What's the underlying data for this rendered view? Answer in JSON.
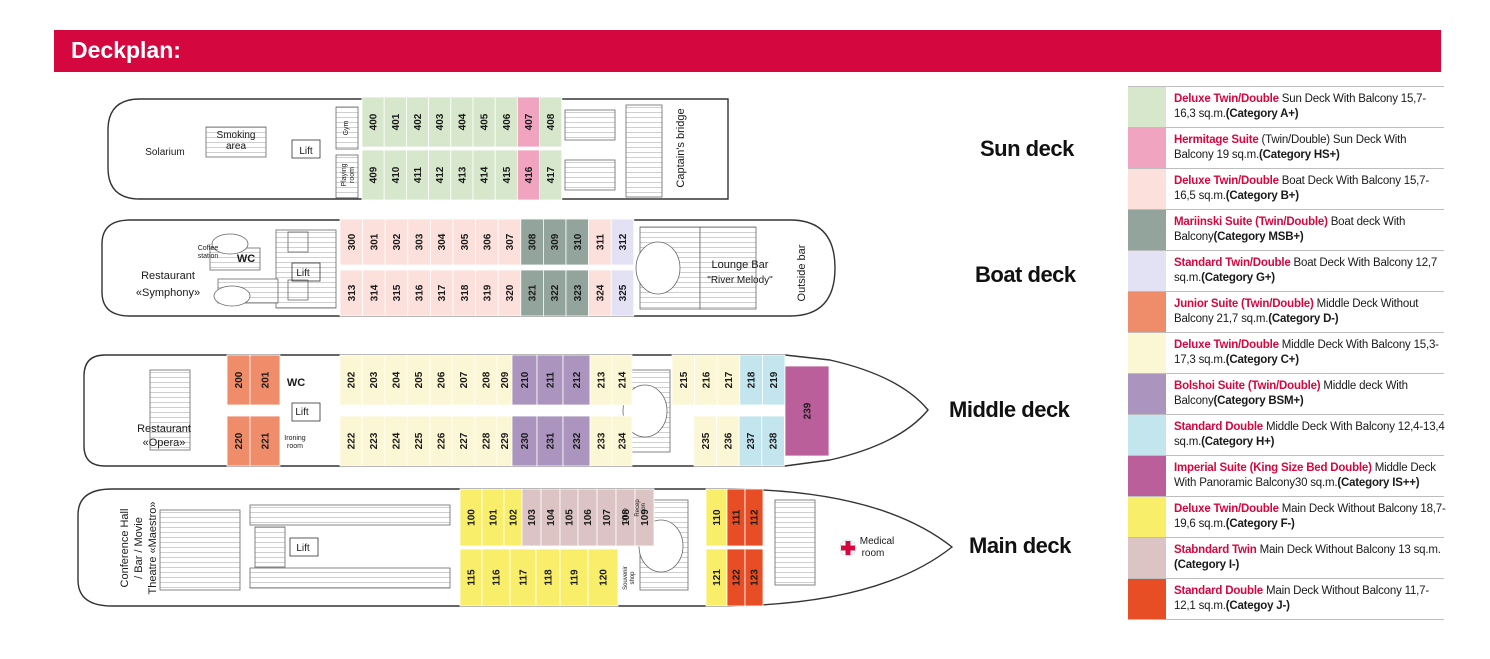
{
  "header": {
    "title": "Deckplan:"
  },
  "colors": {
    "header_bg": "#d5073f",
    "A_plus": "#d7e7cb",
    "HS_plus": "#f1a4c0",
    "B_plus": "#fbe0dc",
    "MSB_plus": "#93a49c",
    "G_plus": "#e3e2f4",
    "D_minus": "#ef8c6a",
    "C_plus": "#fbf6d3",
    "BSM_plus": "#ab94bd",
    "H_plus": "#c3e5ee",
    "IS_plus": "#bb5f9a",
    "F_minus": "#f8ee6a",
    "I_minus": "#dcc4c4",
    "J_minus": "#e74e25"
  },
  "decks": [
    {
      "id": "sun",
      "label": "Sun deck",
      "labels": [
        "Solarium",
        "Smoking",
        "area",
        "Lift",
        "Gym",
        "Playing",
        "room",
        "Captain's bridge"
      ],
      "rooms": [
        [
          "400",
          "A_plus"
        ],
        [
          "401",
          "A_plus"
        ],
        [
          "402",
          "A_plus"
        ],
        [
          "403",
          "A_plus"
        ],
        [
          "404",
          "A_plus"
        ],
        [
          "405",
          "A_plus"
        ],
        [
          "406",
          "A_plus"
        ],
        [
          "407",
          "HS_plus"
        ],
        [
          "408",
          "A_plus"
        ],
        [
          "409",
          "A_plus"
        ],
        [
          "410",
          "A_plus"
        ],
        [
          "411",
          "A_plus"
        ],
        [
          "412",
          "A_plus"
        ],
        [
          "413",
          "A_plus"
        ],
        [
          "414",
          "A_plus"
        ],
        [
          "415",
          "A_plus"
        ],
        [
          "416",
          "HS_plus"
        ],
        [
          "417",
          "A_plus"
        ]
      ]
    },
    {
      "id": "boat",
      "label": "Boat deck",
      "labels": [
        "Coffee",
        "station",
        "WC",
        "Restaurant",
        "«Symphony»",
        "Lift",
        "Lounge Bar",
        "\"River Melody\"",
        "Outside bar"
      ],
      "rooms": [
        [
          "300",
          "B_plus"
        ],
        [
          "301",
          "B_plus"
        ],
        [
          "302",
          "B_plus"
        ],
        [
          "303",
          "B_plus"
        ],
        [
          "304",
          "B_plus"
        ],
        [
          "305",
          "B_plus"
        ],
        [
          "306",
          "B_plus"
        ],
        [
          "307",
          "B_plus"
        ],
        [
          "308",
          "MSB_plus"
        ],
        [
          "309",
          "MSB_plus"
        ],
        [
          "310",
          "MSB_plus"
        ],
        [
          "311",
          "B_plus"
        ],
        [
          "312",
          "G_plus"
        ],
        [
          "313",
          "B_plus"
        ],
        [
          "314",
          "B_plus"
        ],
        [
          "315",
          "B_plus"
        ],
        [
          "316",
          "B_plus"
        ],
        [
          "317",
          "B_plus"
        ],
        [
          "318",
          "B_plus"
        ],
        [
          "319",
          "B_plus"
        ],
        [
          "320",
          "B_plus"
        ],
        [
          "321",
          "MSB_plus"
        ],
        [
          "322",
          "MSB_plus"
        ],
        [
          "323",
          "MSB_plus"
        ],
        [
          "324",
          "B_plus"
        ],
        [
          "325",
          "G_plus"
        ]
      ]
    },
    {
      "id": "middle",
      "label": "Middle deck",
      "labels": [
        "WC",
        "Lift",
        "Ironing",
        "room",
        "Restaurant",
        "«Opera»"
      ],
      "rooms": [
        [
          "200",
          "D_minus"
        ],
        [
          "201",
          "D_minus"
        ],
        [
          "202",
          "C_plus"
        ],
        [
          "203",
          "C_plus"
        ],
        [
          "204",
          "C_plus"
        ],
        [
          "205",
          "C_plus"
        ],
        [
          "206",
          "C_plus"
        ],
        [
          "207",
          "C_plus"
        ],
        [
          "208",
          "C_plus"
        ],
        [
          "209",
          "C_plus"
        ],
        [
          "210",
          "BSM_plus"
        ],
        [
          "211",
          "BSM_plus"
        ],
        [
          "212",
          "BSM_plus"
        ],
        [
          "213",
          "C_plus"
        ],
        [
          "214",
          "C_plus"
        ],
        [
          "215",
          "C_plus"
        ],
        [
          "216",
          "C_plus"
        ],
        [
          "217",
          "C_plus"
        ],
        [
          "218",
          "H_plus"
        ],
        [
          "219",
          "H_plus"
        ],
        [
          "239",
          "IS_plus"
        ],
        [
          "220",
          "D_minus"
        ],
        [
          "221",
          "D_minus"
        ],
        [
          "222",
          "C_plus"
        ],
        [
          "223",
          "C_plus"
        ],
        [
          "224",
          "C_plus"
        ],
        [
          "225",
          "C_plus"
        ],
        [
          "226",
          "C_plus"
        ],
        [
          "227",
          "C_plus"
        ],
        [
          "228",
          "C_plus"
        ],
        [
          "229",
          "C_plus"
        ],
        [
          "230",
          "BSM_plus"
        ],
        [
          "231",
          "BSM_plus"
        ],
        [
          "232",
          "BSM_plus"
        ],
        [
          "233",
          "C_plus"
        ],
        [
          "234",
          "C_plus"
        ],
        [
          "235",
          "C_plus"
        ],
        [
          "236",
          "C_plus"
        ],
        [
          "237",
          "H_plus"
        ],
        [
          "238",
          "H_plus"
        ]
      ]
    },
    {
      "id": "main",
      "label": "Main deck",
      "labels": [
        "Conference Hall",
        "/ Bar / Movie",
        "Theatre «Maestro»",
        "Lift",
        "Office",
        "Recep",
        "tion",
        "Souvenir",
        "shop",
        "Medical",
        "room"
      ],
      "rooms": [
        [
          "100",
          "F_minus"
        ],
        [
          "101",
          "F_minus"
        ],
        [
          "102",
          "F_minus"
        ],
        [
          "103",
          "I_minus"
        ],
        [
          "104",
          "I_minus"
        ],
        [
          "105",
          "I_minus"
        ],
        [
          "106",
          "I_minus"
        ],
        [
          "107",
          "I_minus"
        ],
        [
          "108",
          "I_minus"
        ],
        [
          "109",
          "I_minus"
        ],
        [
          "110",
          "F_minus"
        ],
        [
          "111",
          "J_minus"
        ],
        [
          "112",
          "J_minus"
        ],
        [
          "115",
          "F_minus"
        ],
        [
          "116",
          "F_minus"
        ],
        [
          "117",
          "F_minus"
        ],
        [
          "118",
          "F_minus"
        ],
        [
          "119",
          "F_minus"
        ],
        [
          "120",
          "F_minus"
        ],
        [
          "121",
          "F_minus"
        ],
        [
          "122",
          "J_minus"
        ],
        [
          "123",
          "J_minus"
        ]
      ]
    }
  ],
  "legend": [
    {
      "name": "Deluxe Twin/Double",
      "text": " Sun Deck With Balcony 15,7-16,3 sq.m.",
      "cat": "(Category A+)",
      "color": "#d7e7cb"
    },
    {
      "name": "Hermitage Suite",
      "text": " (Twin/Double) Sun Deck With Balcony 19 sq.m.",
      "cat": "(Category HS+)",
      "color": "#f1a4c0"
    },
    {
      "name": "Deluxe Twin/Double",
      "text": " Boat Deck With Balcony 15,7-16,5 sq.m.",
      "cat": "(Category B+)",
      "color": "#fbe0dc"
    },
    {
      "name": "Mariinski Suite (Twin/Double)",
      "text": " Boat deck With Balcony",
      "cat": "(Category MSB+)",
      "color": "#93a49c"
    },
    {
      "name": "Standard Twin/Double",
      "text": " Boat Deck With Balcony 12,7 sq.m.",
      "cat": "(Category G+)",
      "color": "#e3e2f4"
    },
    {
      "name": "Junior Suite (Twin/Double)",
      "text": " Middle Deck Without Balcony 21,7 sq.m.",
      "cat": "(Category D-)",
      "color": "#ef8c6a"
    },
    {
      "name": "Deluxe Twin/Double",
      "text": " Middle Deck With Balcony 15,3-17,3 sq.m.",
      "cat": "(Category C+)",
      "color": "#fbf6d3"
    },
    {
      "name": "Bolshoi Suite (Twin/Double)",
      "text": " Middle deck With Balcony",
      "cat": "(Category BSM+)",
      "color": "#ab94bd"
    },
    {
      "name": "Standard  Double",
      "text": " Middle Deck With Balcony 12,4-13,4 sq.m.",
      "cat": "(Category H+)",
      "color": "#c3e5ee"
    },
    {
      "name": "Imperial Suite (King Size Bed Double)",
      "text": " Middle Deck With Panoramic Balcony30 sq.m.",
      "cat": "(Category IS++)",
      "color": "#bb5f9a"
    },
    {
      "name": "Deluxe Twin/Double",
      "text": " Main Deck Without Balcony 18,7-19,6 sq.m.",
      "cat": "(Category F-)",
      "color": "#f8ee6a"
    },
    {
      "name": "Stabndard Twin",
      "text": " Main Deck Without Balcony 13 sq.m.",
      "cat": "(Category I-)",
      "color": "#dcc4c4"
    },
    {
      "name": "Standard Double",
      "text": " Main Deck Without Balcony 11,7-12,1 sq.m.",
      "cat": "(Categoy J-)",
      "color": "#e74e25"
    }
  ]
}
